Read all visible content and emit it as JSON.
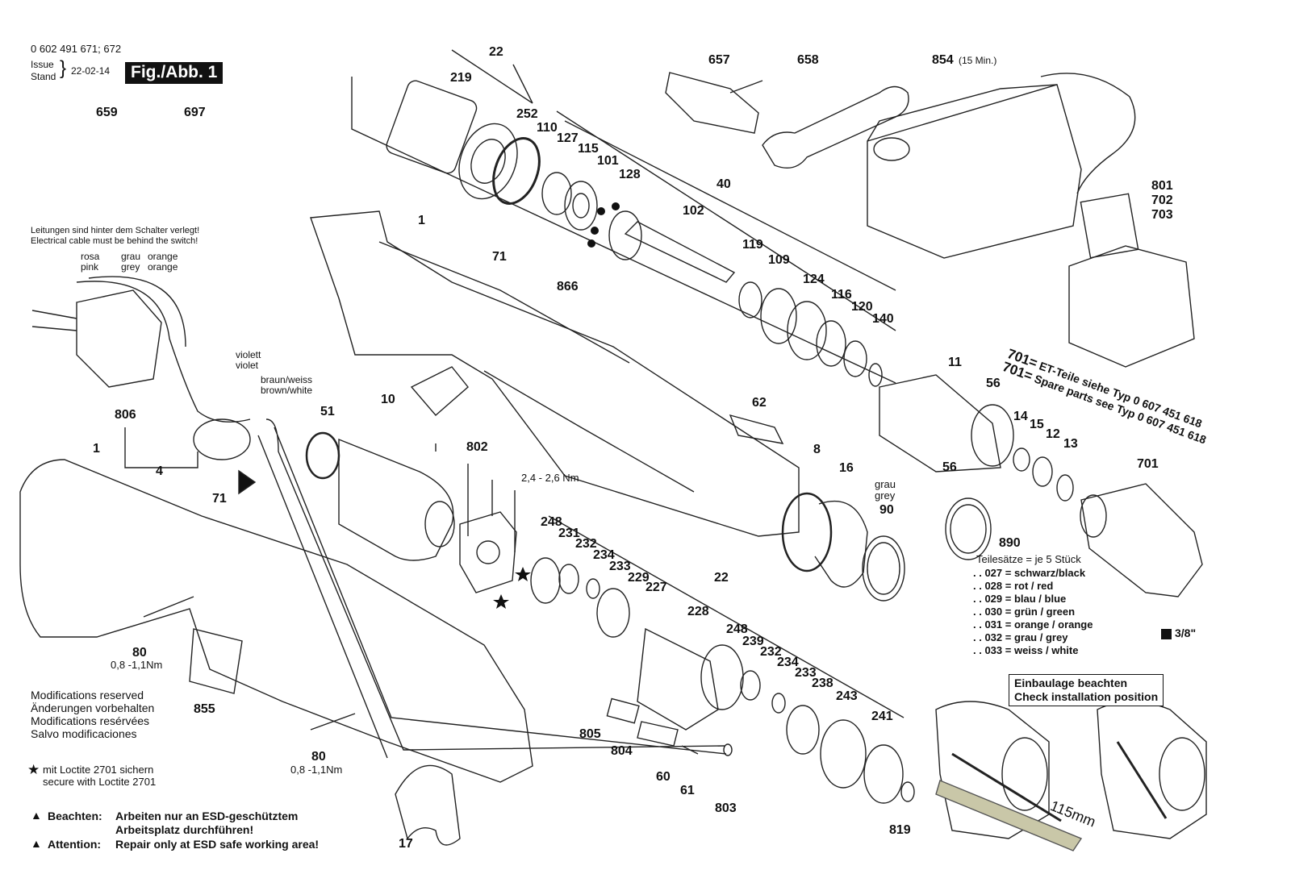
{
  "header": {
    "part_numbers": "0 602 491 671; 672",
    "issue_label": "Issue",
    "stand_label": "Stand",
    "issue_date": "22-02-14",
    "figure_label": "Fig./Abb. 1"
  },
  "notes": {
    "cable_note_de": "Leitungen sind hinter dem Schalter verlegt!",
    "cable_note_en": "Electrical cable must be behind the switch!",
    "wire_rosa": "rosa",
    "wire_pink": "pink",
    "wire_grau": "grau",
    "wire_grey": "grey",
    "wire_orange_de": "orange",
    "wire_orange_en": "orange",
    "wire_violett": "violett",
    "wire_violet": "violet",
    "wire_braun": "braun/weiss",
    "wire_brown": "brown/white",
    "torque_802": "2,4 - 2,6 Nm",
    "torque_80a": "0,8 -1,1Nm",
    "torque_80b": "0,8 -1,1Nm",
    "charger_time": "(15 Min.)",
    "grau_90": "grau",
    "grey_90": "grey",
    "spare_de_code": "701=",
    "spare_de_text": "ET-Teile siehe  Typ  0 607 451 618",
    "spare_en_code": "701=",
    "spare_en_text": "Spare parts see Typ  0 607 451 618",
    "drive_size": "3/8\"",
    "length_mark": "115mm",
    "sets_title": "Teilesätze = je 5 Stück",
    "sets": [
      ". . 027 = schwarz/black",
      ". . 028 = rot / red",
      ". . 029 = blau / blue",
      ". . 030 = grün / green",
      ". . 031 = orange / orange",
      ". . 032 = grau / grey",
      ". . 033 = weiss / white"
    ],
    "install_de": "Einbaulage beachten",
    "install_en": "Check installation position",
    "modifications": [
      "Modifications reserved",
      "Änderungen vorbehalten",
      "Modifications resérvées",
      "Salvo modificaciones"
    ],
    "loctite_de": "mit Loctite 2701 sichern",
    "loctite_en": "secure with Loctite 2701",
    "esd_de_label": "Beachten:",
    "esd_de_line1": "Arbeiten nur an ESD-geschütztem",
    "esd_de_line2": "Arbeitsplatz durchführen!",
    "esd_en_label": "Attention:",
    "esd_en_text": "Repair only at ESD safe working area!"
  },
  "parts": {
    "p22a": "22",
    "p219": "219",
    "p252": "252",
    "p110": "110",
    "p127": "127",
    "p115": "115",
    "p101": "101",
    "p128": "128",
    "p40": "40",
    "p102": "102",
    "p119": "119",
    "p109": "109",
    "p124": "124",
    "p116": "116",
    "p120": "120",
    "p140": "140",
    "p657": "657",
    "p658": "658",
    "p854": "854",
    "p801": "801",
    "p702": "702",
    "p703": "703",
    "p659": "659",
    "p697": "697",
    "p1a": "1",
    "p71a": "71",
    "p866": "866",
    "p10": "10",
    "p62": "62",
    "p11": "11",
    "p56a": "56",
    "p56b": "56",
    "p14": "14",
    "p15": "15",
    "p12": "12",
    "p13": "13",
    "p701": "701",
    "p806": "806",
    "p4": "4",
    "p51": "51",
    "p802": "802",
    "p8": "8",
    "p16": "16",
    "p90": "90",
    "p890": "890",
    "p1b": "1",
    "p71b": "71",
    "p248a": "248",
    "p231": "231",
    "p232a": "232",
    "p234a": "234",
    "p233a": "233",
    "p229": "229",
    "p227": "227",
    "p22b": "22",
    "p228": "228",
    "p248b": "248",
    "p239": "239",
    "p232b": "232",
    "p234b": "234",
    "p233b": "233",
    "p238": "238",
    "p243": "243",
    "p241": "241",
    "p80a": "80",
    "p855": "855",
    "p805": "805",
    "p804": "804",
    "p60": "60",
    "p61": "61",
    "p803": "803",
    "p80b": "80",
    "p819": "819",
    "p17": "17"
  }
}
